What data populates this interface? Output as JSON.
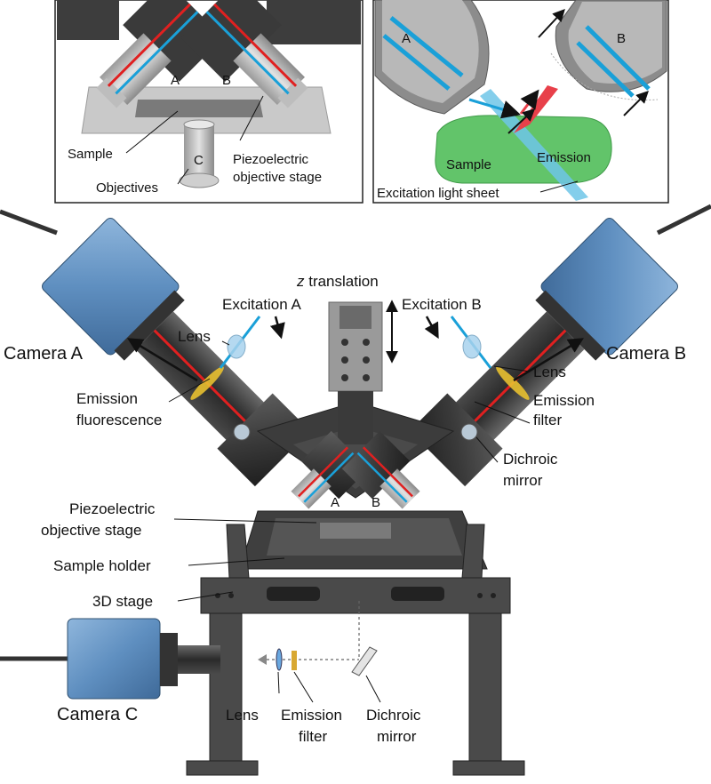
{
  "inset_left": {
    "objective_a": "A",
    "objective_b": "B",
    "objective_c": "C",
    "sample": "Sample",
    "objectives": "Objectives",
    "piezo_line1": "Piezoelectric",
    "piezo_line2": "objective stage"
  },
  "inset_right": {
    "objective_a": "A",
    "objective_b": "B",
    "sample": "Sample",
    "emission": "Emission",
    "light_sheet": "Excitation light sheet"
  },
  "main": {
    "z_symbol": "z",
    "z_translation": " translation",
    "excitation_a": "Excitation A",
    "excitation_b": "Excitation B",
    "lens_a": "Lens",
    "camera_a": "Camera A",
    "camera_b": "Camera B",
    "emission_line1": "Emission",
    "emission_line2": "fluorescence",
    "lens_b": "Lens",
    "emission_filter_line1": "Emission",
    "emission_filter_line2": "filter",
    "dichroic_line1": "Dichroic",
    "dichroic_line2": "mirror",
    "objective_a": "A",
    "objective_b": "B",
    "piezo_line1": "Piezoelectric",
    "piezo_line2": "objective stage",
    "sample_holder": "Sample holder",
    "stage_3d": "3D stage",
    "camera_c": "Camera C",
    "lens_c": "Lens",
    "emission_filter_c_line1": "Emission",
    "emission_filter_c_line2": "filter",
    "dichroic_c_line1": "Dichroic",
    "dichroic_c_line2": "mirror"
  },
  "colors": {
    "camera_blue": "#5f8fc0",
    "excitation_blue": "#1aa0d8",
    "emission_red": "#e02020",
    "sample_green": "#62c46a",
    "filter_yellow": "#d8a832",
    "metal_dark": "#3a3a3a"
  }
}
